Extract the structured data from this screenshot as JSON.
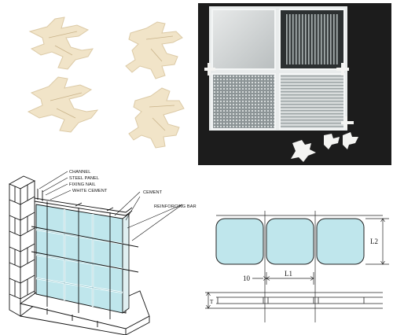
{
  "section_labels": {
    "channel": "CHANNEL",
    "steel_panel": "STEEL PANEL",
    "fixing_nail": "FIXING NAIL",
    "white_cement": "WHITE CEMENT",
    "cement": "CEMENT",
    "reinforcing_bar": "REINFORCING BAR"
  },
  "dimension_labels": {
    "height": "L2",
    "width": "L1",
    "joint": "10",
    "thickness": "T"
  },
  "colors": {
    "block_fill": "#bfe6ec",
    "spacer": "#f0e3c8",
    "photo_bg": "#1c1c1c"
  }
}
